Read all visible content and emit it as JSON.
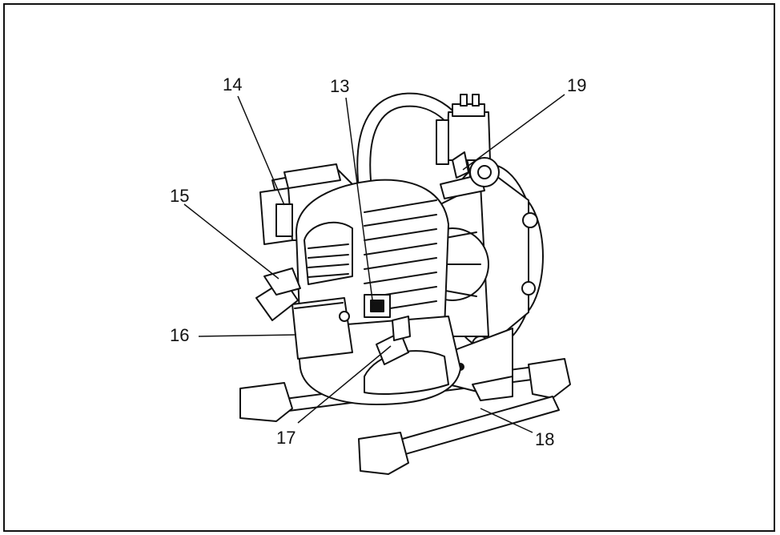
{
  "diagram": {
    "callouts": [
      {
        "id": "c13",
        "label": "13"
      },
      {
        "id": "c14",
        "label": "14"
      },
      {
        "id": "c15",
        "label": "15"
      },
      {
        "id": "c16",
        "label": "16"
      },
      {
        "id": "c17",
        "label": "17"
      },
      {
        "id": "c18",
        "label": "18"
      },
      {
        "id": "c19",
        "label": "19"
      }
    ],
    "colors": {
      "line": "#111111",
      "fill": "#ffffff",
      "shade": "#d9d9d9"
    }
  }
}
